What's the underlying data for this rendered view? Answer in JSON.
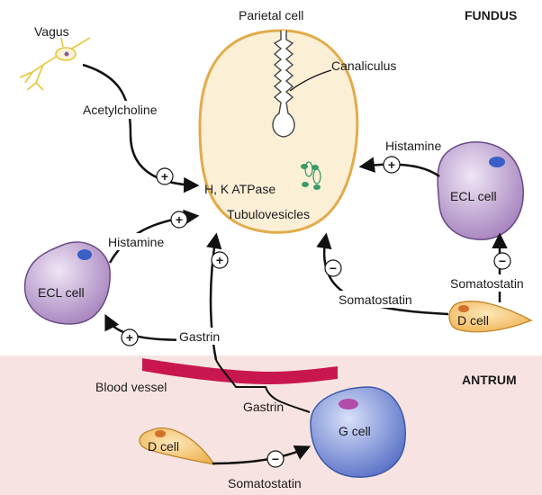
{
  "regions": {
    "fundus": "FUNDUS",
    "antrum": "ANTRUM"
  },
  "labels": {
    "parietal_cell": "Parietal cell",
    "canaliculus": "Canaliculus",
    "vagus": "Vagus",
    "acetylcholine": "Acetylcholine",
    "hk_atpase": "H, K ATPase",
    "tubulovesicles": "Tubulovesicles",
    "histamine_right": "Histamine",
    "histamine_left": "Histamine",
    "ecl_cell_right": "ECL cell",
    "ecl_cell_left": "ECL cell",
    "somatostatin_right": "Somatostatin",
    "somatostatin_middle": "Somatostatin",
    "somatostatin_bottom": "Somatostatin",
    "d_cell_right": "D cell",
    "d_cell_bottom": "D cell",
    "gastrin_upper": "Gastrin",
    "gastrin_lower": "Gastrin",
    "blood_vessel": "Blood vessel",
    "g_cell": "G cell"
  },
  "signs": {
    "plus": "+",
    "minus": "−"
  },
  "colors": {
    "antrum_bg": "#f7e4e2",
    "parietal_fill": "#fbefd6",
    "parietal_stroke": "#e2ab4a",
    "ecl_fill": "#bfa2cf",
    "ecl_nucleus": "#3a5fc8",
    "d_cell_fill": "#f6c873",
    "d_cell_nucleus": "#d2702c",
    "g_cell_fill": "#7a8ed6",
    "g_cell_nucleus": "#b24ca8",
    "vessel": "#c8174f",
    "vesicle": "#3a9a6a",
    "neuron": "#e6c63a"
  }
}
